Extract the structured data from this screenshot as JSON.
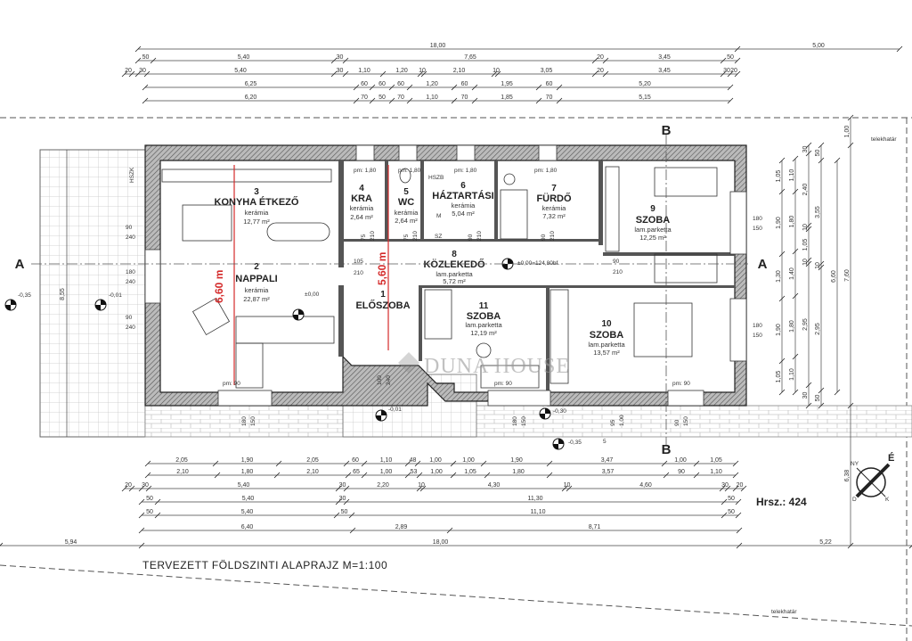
{
  "title": "TERVEZETT FÖLDSZINTI ALAPRAJZ M=1:100",
  "lot_number": "Hrsz.: 424",
  "watermark": "DUNA HOUSE",
  "property_line_label": "telekhatár",
  "section_markers": {
    "a": "A",
    "b": "B"
  },
  "compass": {
    "north": "É",
    "west": "NY",
    "south": "D",
    "east": "K"
  },
  "rooms": {
    "r1": {
      "number": "1",
      "name": "ELŐSZOBA"
    },
    "r2": {
      "number": "2",
      "name": "NAPPALI",
      "floor": "kerámia",
      "area": "22,87 m²"
    },
    "r3": {
      "number": "3",
      "name": "KONYHA ÉTKEZŐ",
      "floor": "kerámia",
      "area": "12,77 m²"
    },
    "r4": {
      "number": "4",
      "name": "KRA",
      "floor": "kerámia",
      "area": "2,64 m²"
    },
    "r5": {
      "number": "5",
      "name": "WC",
      "floor": "kerámia",
      "area": "2,64 m²"
    },
    "r6": {
      "number": "6",
      "name": "HÁZTARTÁSI",
      "floor": "kerámia",
      "area": "5,04 m²"
    },
    "r7": {
      "number": "7",
      "name": "FÜRDŐ",
      "floor": "kerámia",
      "area": "7,32 m²"
    },
    "r8": {
      "number": "8",
      "name": "KÖZLEKEDŐ",
      "floor": "lam.parketta",
      "area": "5,72 m²"
    },
    "r9": {
      "number": "9",
      "name": "SZOBA",
      "floor": "lam.parketta",
      "area": "12,25 m²"
    },
    "r10": {
      "number": "10",
      "name": "SZOBA",
      "floor": "lam.parketta",
      "area": "13,57 m²"
    },
    "r11": {
      "number": "11",
      "name": "SZOBA",
      "floor": "lam.parketta",
      "area": "12,19 m²"
    }
  },
  "heights": {
    "living": "6,60 m",
    "hall": "5,60 m"
  },
  "elevations": {
    "e1": "-0,35",
    "e2": "-0,01",
    "e3": "±0,00",
    "e4": "±0,00=124,80bf.",
    "e5": "-0,01",
    "e6": "-0,30",
    "e7": "-0,35"
  },
  "equipment": {
    "hszk": "HSZK",
    "hszb": "HSZB",
    "m": "M",
    "sz": "SZ"
  },
  "window_labels": {
    "pm180": "pm: 1,80",
    "pm90": "pm: 90"
  },
  "openings": {
    "w90": "90",
    "w240": "240",
    "w180": "180",
    "w150": "150",
    "w75": "75",
    "w210": "210",
    "w105": "105",
    "w100": "100",
    "w95": "95",
    "w100b": "1,00",
    "w5": "5"
  },
  "dimensions": {
    "top": [
      [
        "18,00",
        "5,00"
      ],
      [
        "50",
        "5,40",
        "30",
        "7,65",
        "20",
        "3,45",
        "50"
      ],
      [
        "20",
        "",
        "30",
        "5,40",
        "30",
        "1,10",
        "1,20",
        "10",
        "2,10",
        "10",
        "3,05",
        "20",
        "3,45",
        "30",
        "20"
      ],
      [
        "6,25",
        "60",
        "60",
        "60",
        "1,20",
        "60",
        "1,95",
        "60",
        "5,20"
      ],
      [
        "6,20",
        "70",
        "50",
        "70",
        "1,10",
        "70",
        "1,85",
        "70",
        "5,15"
      ]
    ],
    "bottom": [
      [
        "2,05",
        "1,90",
        "2,05",
        "60",
        "1,10",
        "48",
        "1,00",
        "1,00",
        "1,90",
        "3,47",
        "1,00",
        "1,05"
      ],
      [
        "2,10",
        "1,80",
        "2,10",
        "65",
        "1,00",
        "53",
        "1,00",
        "1,05",
        "1,80",
        "3,57",
        "90",
        "1,10"
      ],
      [
        "20",
        "",
        "30",
        "5,40",
        "30",
        "2,20",
        "10",
        "4,30",
        "10",
        "4,60",
        "30",
        "",
        "20"
      ],
      [
        "50",
        "5,40",
        "30",
        "11,30",
        "50"
      ],
      [
        "50",
        "5,40",
        "50",
        "11,10",
        "50"
      ],
      [
        "6,40",
        "2,89",
        "8,71"
      ],
      [
        "5,94",
        "18,00",
        "5,22"
      ]
    ],
    "right": [
      [
        "1,05",
        "1,90",
        "1,30",
        "1,90",
        "1,05"
      ],
      [
        "1,10",
        "1,80",
        "1,40",
        "1,80",
        "1,10"
      ],
      [
        "30",
        "2,40",
        "10",
        "1,05",
        "10",
        "2,95",
        "30"
      ],
      [
        "50",
        "3,55",
        "10",
        "2,95",
        "50"
      ],
      [
        "6,60"
      ],
      [
        "1,00",
        "7,60",
        "6,38"
      ]
    ],
    "left": [
      "8,55"
    ]
  }
}
